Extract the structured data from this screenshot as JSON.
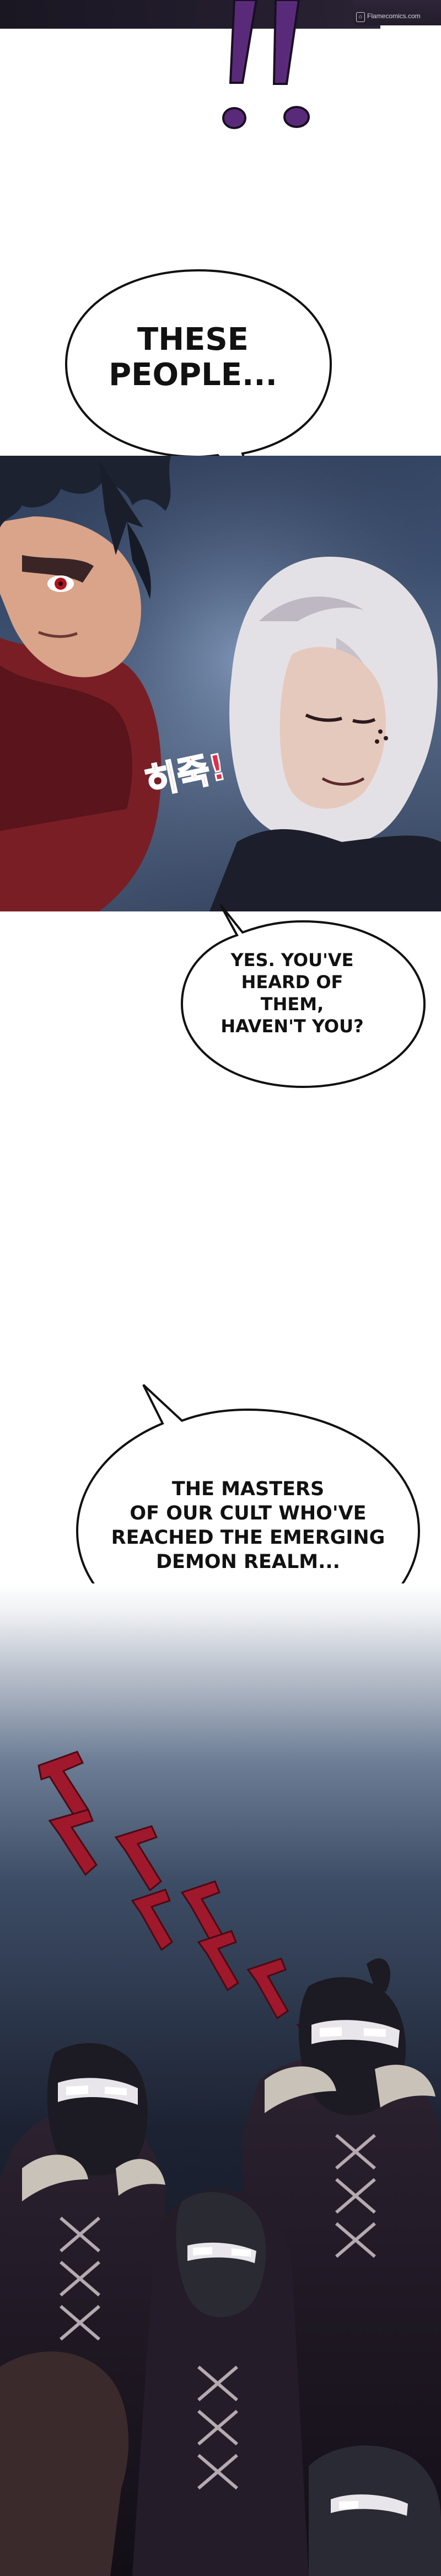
{
  "watermark": {
    "icon": "bookmark-icon",
    "text": "Flamecomics.com"
  },
  "dialogue": [
    {
      "id": "bubble-these-people",
      "text": "THESE\nPEOPLE..."
    },
    {
      "id": "bubble-heard-of-them",
      "text": "YES. YOU'VE\nHEARD OF THEM,\nHAVEN'T YOU?"
    },
    {
      "id": "bubble-masters",
      "text": "THE MASTERS\nOF OUR CULT WHO'VE\nREACHED THE EMERGING\nDEMON REALM..."
    }
  ],
  "sound_effect": {
    "text": "히죽!",
    "color": "#e0304a"
  },
  "colors": {
    "speech_bubble": "#ffffff",
    "bubble_outline": "#111111",
    "exclamation_purple": "#5a2a7a",
    "red_sfx_marks": "#a0182c"
  }
}
